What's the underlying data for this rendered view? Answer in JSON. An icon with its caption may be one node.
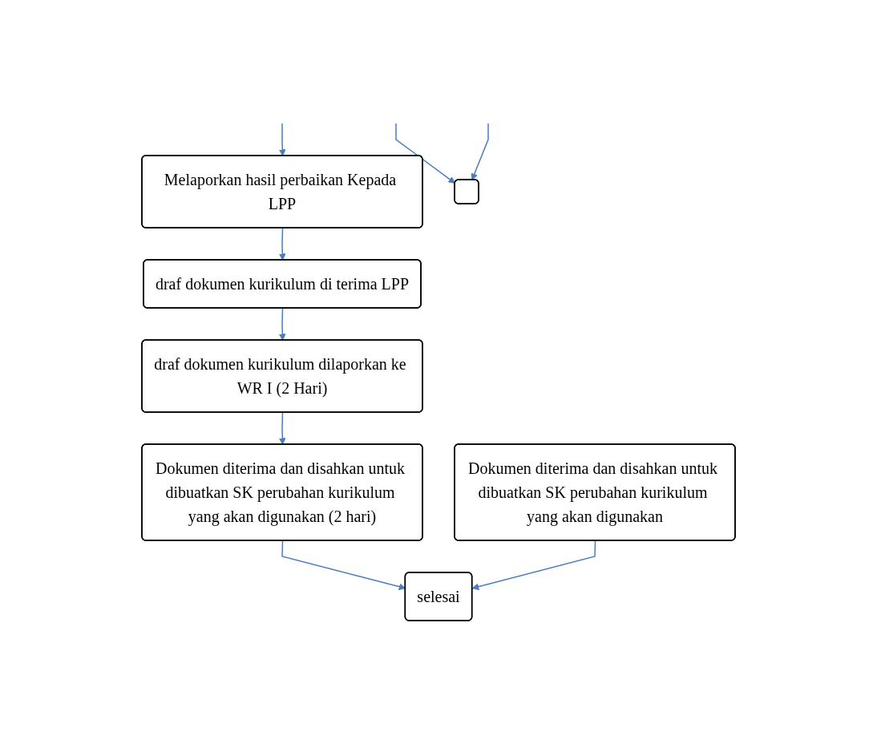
{
  "diagram": {
    "nodes": [
      {
        "text": [
          "Melaporkan hasil perbaikan Kepada LPP"
        ]
      },
      {
        "text": [
          "draf dokumen kurikulum di terima LPP"
        ]
      },
      {
        "text": [
          "draf dokumen kurikulum dilaporkan ke WR I (2 Hari)"
        ]
      },
      {
        "text": [
          "Dokumen diterima dan disahkan untuk dibuatkan SK perubahan kurikulum yang akan digunakan (2 hari)"
        ]
      },
      {
        "text": [],
        "shape": "box"
      },
      {
        "text": [
          "Dokumen diterima dan disahkan untuk dibuatkan SK perubahan kurikulum yang akan digunakan"
        ]
      },
      {
        "text": [
          "selesai"
        ]
      }
    ],
    "edges": [
      {
        "from": null,
        "to": 0,
        "arrow": "to"
      },
      {
        "from": 0,
        "to": 1,
        "arrow": "to"
      },
      {
        "from": 1,
        "to": 2,
        "arrow": "to"
      },
      {
        "from": 2,
        "to": 3,
        "arrow": "to"
      },
      {
        "from": null,
        "to": 4,
        "arrow": "to"
      },
      {
        "from": null,
        "to": 4,
        "arrow": "to"
      },
      {
        "from": 3,
        "to": 6,
        "arrow": "to"
      },
      {
        "from": 5,
        "to": 6,
        "arrow": "to"
      }
    ]
  }
}
